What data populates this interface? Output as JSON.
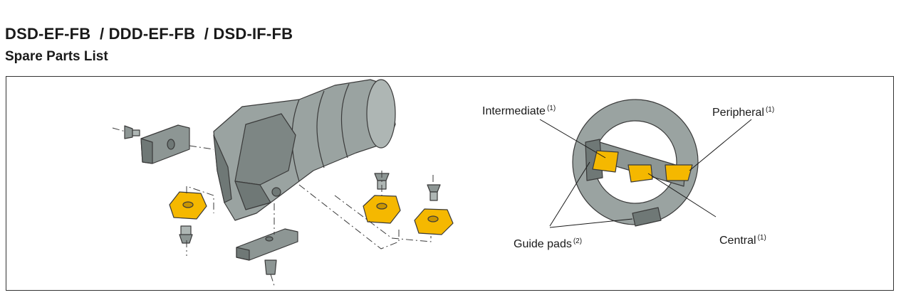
{
  "header": {
    "title": "DSD-EF-FB  / DDD-EF-FB  / DSD-IF-FB",
    "subtitle": "Spare Parts List"
  },
  "callouts": {
    "intermediate": {
      "label": "Intermediate",
      "note": "(1)"
    },
    "peripheral": {
      "label": "Peripheral",
      "note": "(1)"
    },
    "guide_pads": {
      "label": "Guide pads",
      "note": "(2)"
    },
    "central": {
      "label": "Central",
      "note": "(1)"
    }
  },
  "colors": {
    "insert": "#f5b800",
    "body": "#9aa3a1",
    "body_dark": "#6f7876",
    "outline": "#3a3a3a"
  }
}
